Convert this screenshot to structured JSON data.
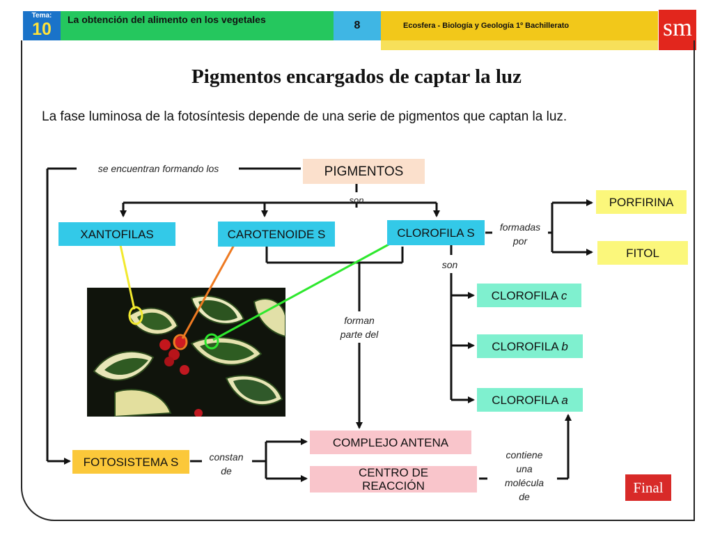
{
  "header": {
    "tema_label": "Tema:",
    "tema_number": "10",
    "topic": "La obtención del alimento en los vegetales",
    "page_number": "8",
    "book": "Ecosfera - Biología y Geología 1º Bachillerato",
    "logo": "sm"
  },
  "slide": {
    "title": "Pigmentos encargados de captar la luz",
    "intro": "La fase luminosa de la fotosíntesis depende de una serie de pigmentos que captan la luz."
  },
  "nodes": {
    "pigmentos": "PIGMENTOS",
    "xantofilas": "XANTOFILAS",
    "carotenoides": "CAROTENOIDE S",
    "clorofilas": "CLOROFILA S",
    "porfirina": "PORFIRINA",
    "fitol": "FITOL",
    "clorofila_c_prefix": "CLOROFILA ",
    "clorofila_c_letter": "c",
    "clorofila_b_prefix": "CLOROFILA ",
    "clorofila_b_letter": "b",
    "clorofila_a_prefix": "CLOROFILA ",
    "clorofila_a_letter": "a",
    "complejo_antena": "COMPLEJO ANTENA",
    "centro_reaccion": "CENTRO DE REACCIÓN",
    "fotosistemas": "FOTOSISTEMA S"
  },
  "links": {
    "se_encuentran": "se encuentran formando los",
    "son_top": "son",
    "formadas_por_1": "formadas",
    "formadas_por_2": "por",
    "son_right": "son",
    "forman_1": "forman",
    "forman_2": "parte del",
    "constan_1": "constan",
    "constan_2": "de",
    "contiene_1": "contiene",
    "contiene_2": "una",
    "contiene_3": "molécula",
    "contiene_4": "de"
  },
  "colors": {
    "xantofila_marker": "#f2e92e",
    "carotenoide_marker": "#ee7a22",
    "clorofila_marker": "#2ee82e"
  },
  "final_button": "Final"
}
